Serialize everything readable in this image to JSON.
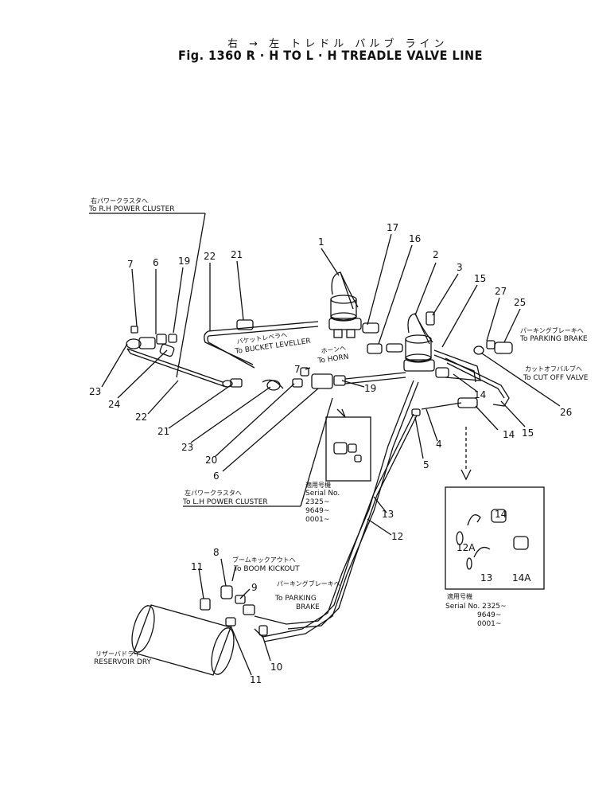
{
  "title": {
    "japanese": "右 → 左 トレドル バルブ ライン",
    "english": "Fig. 1360 R · H TO L · H TREADLE VALVE LINE"
  },
  "labels": {
    "rh_cluster_jp": "右パワークラスタへ",
    "rh_cluster": "To R.H POWER CLUSTER",
    "lh_cluster_jp": "左パワークラスタへ",
    "lh_cluster": "To L.H POWER CLUSTER",
    "bucket_jp": "バケットレベラへ",
    "bucket": "To BUCKET LEVELLER",
    "horn_jp": "ホーンへ",
    "horn": "To HORN",
    "parking_jp": "パーキングブレーキへ",
    "parking": "To PARKING BRAKE",
    "cutoff_jp": "カットオフバルブへ",
    "cutoff": "To CUT OFF VALVE",
    "boom_jp": "ブームキックアウトへ",
    "boom": "To BOOM KICKOUT",
    "parking2_jp": "パーキングブレーキへ",
    "parking2_a": "To PARKING",
    "parking2_b": "BRAKE",
    "reservoir_jp": "リザーバドライ",
    "reservoir": "RESERVOIR DRY",
    "serial1_jp": "適用号機",
    "serial1_a": "Serial No.",
    "serial1_b": "2325~",
    "serial1_c": "9649~",
    "serial1_d": "0001~",
    "serial2_jp": "適用号機",
    "serial2_a": "Serial No. 2325~",
    "serial2_b": "9649~",
    "serial2_c": "0001~"
  },
  "part_numbers": {
    "p1": "1",
    "p2": "2",
    "p3": "3",
    "p4": "4",
    "p5": "5",
    "p6a": "6",
    "p6b": "6",
    "p7a": "7",
    "p7b": "7",
    "p8": "8",
    "p9": "9",
    "p10": "10",
    "p11a": "11",
    "p11b": "11",
    "p12": "12",
    "p12a": "12A",
    "p13": "13",
    "p13b": "13",
    "p14a": "14",
    "p14b": "14",
    "p14c": "14",
    "p14A": "14A",
    "p15a": "15",
    "p15b": "15",
    "p16": "16",
    "p17": "17",
    "p19a": "19",
    "p19b": "19",
    "p20": "20",
    "p21a": "21",
    "p21b": "21",
    "p22a": "22",
    "p22b": "22",
    "p23a": "23",
    "p23b": "23",
    "p24": "24",
    "p25": "25",
    "p26": "26",
    "p27": "27"
  }
}
